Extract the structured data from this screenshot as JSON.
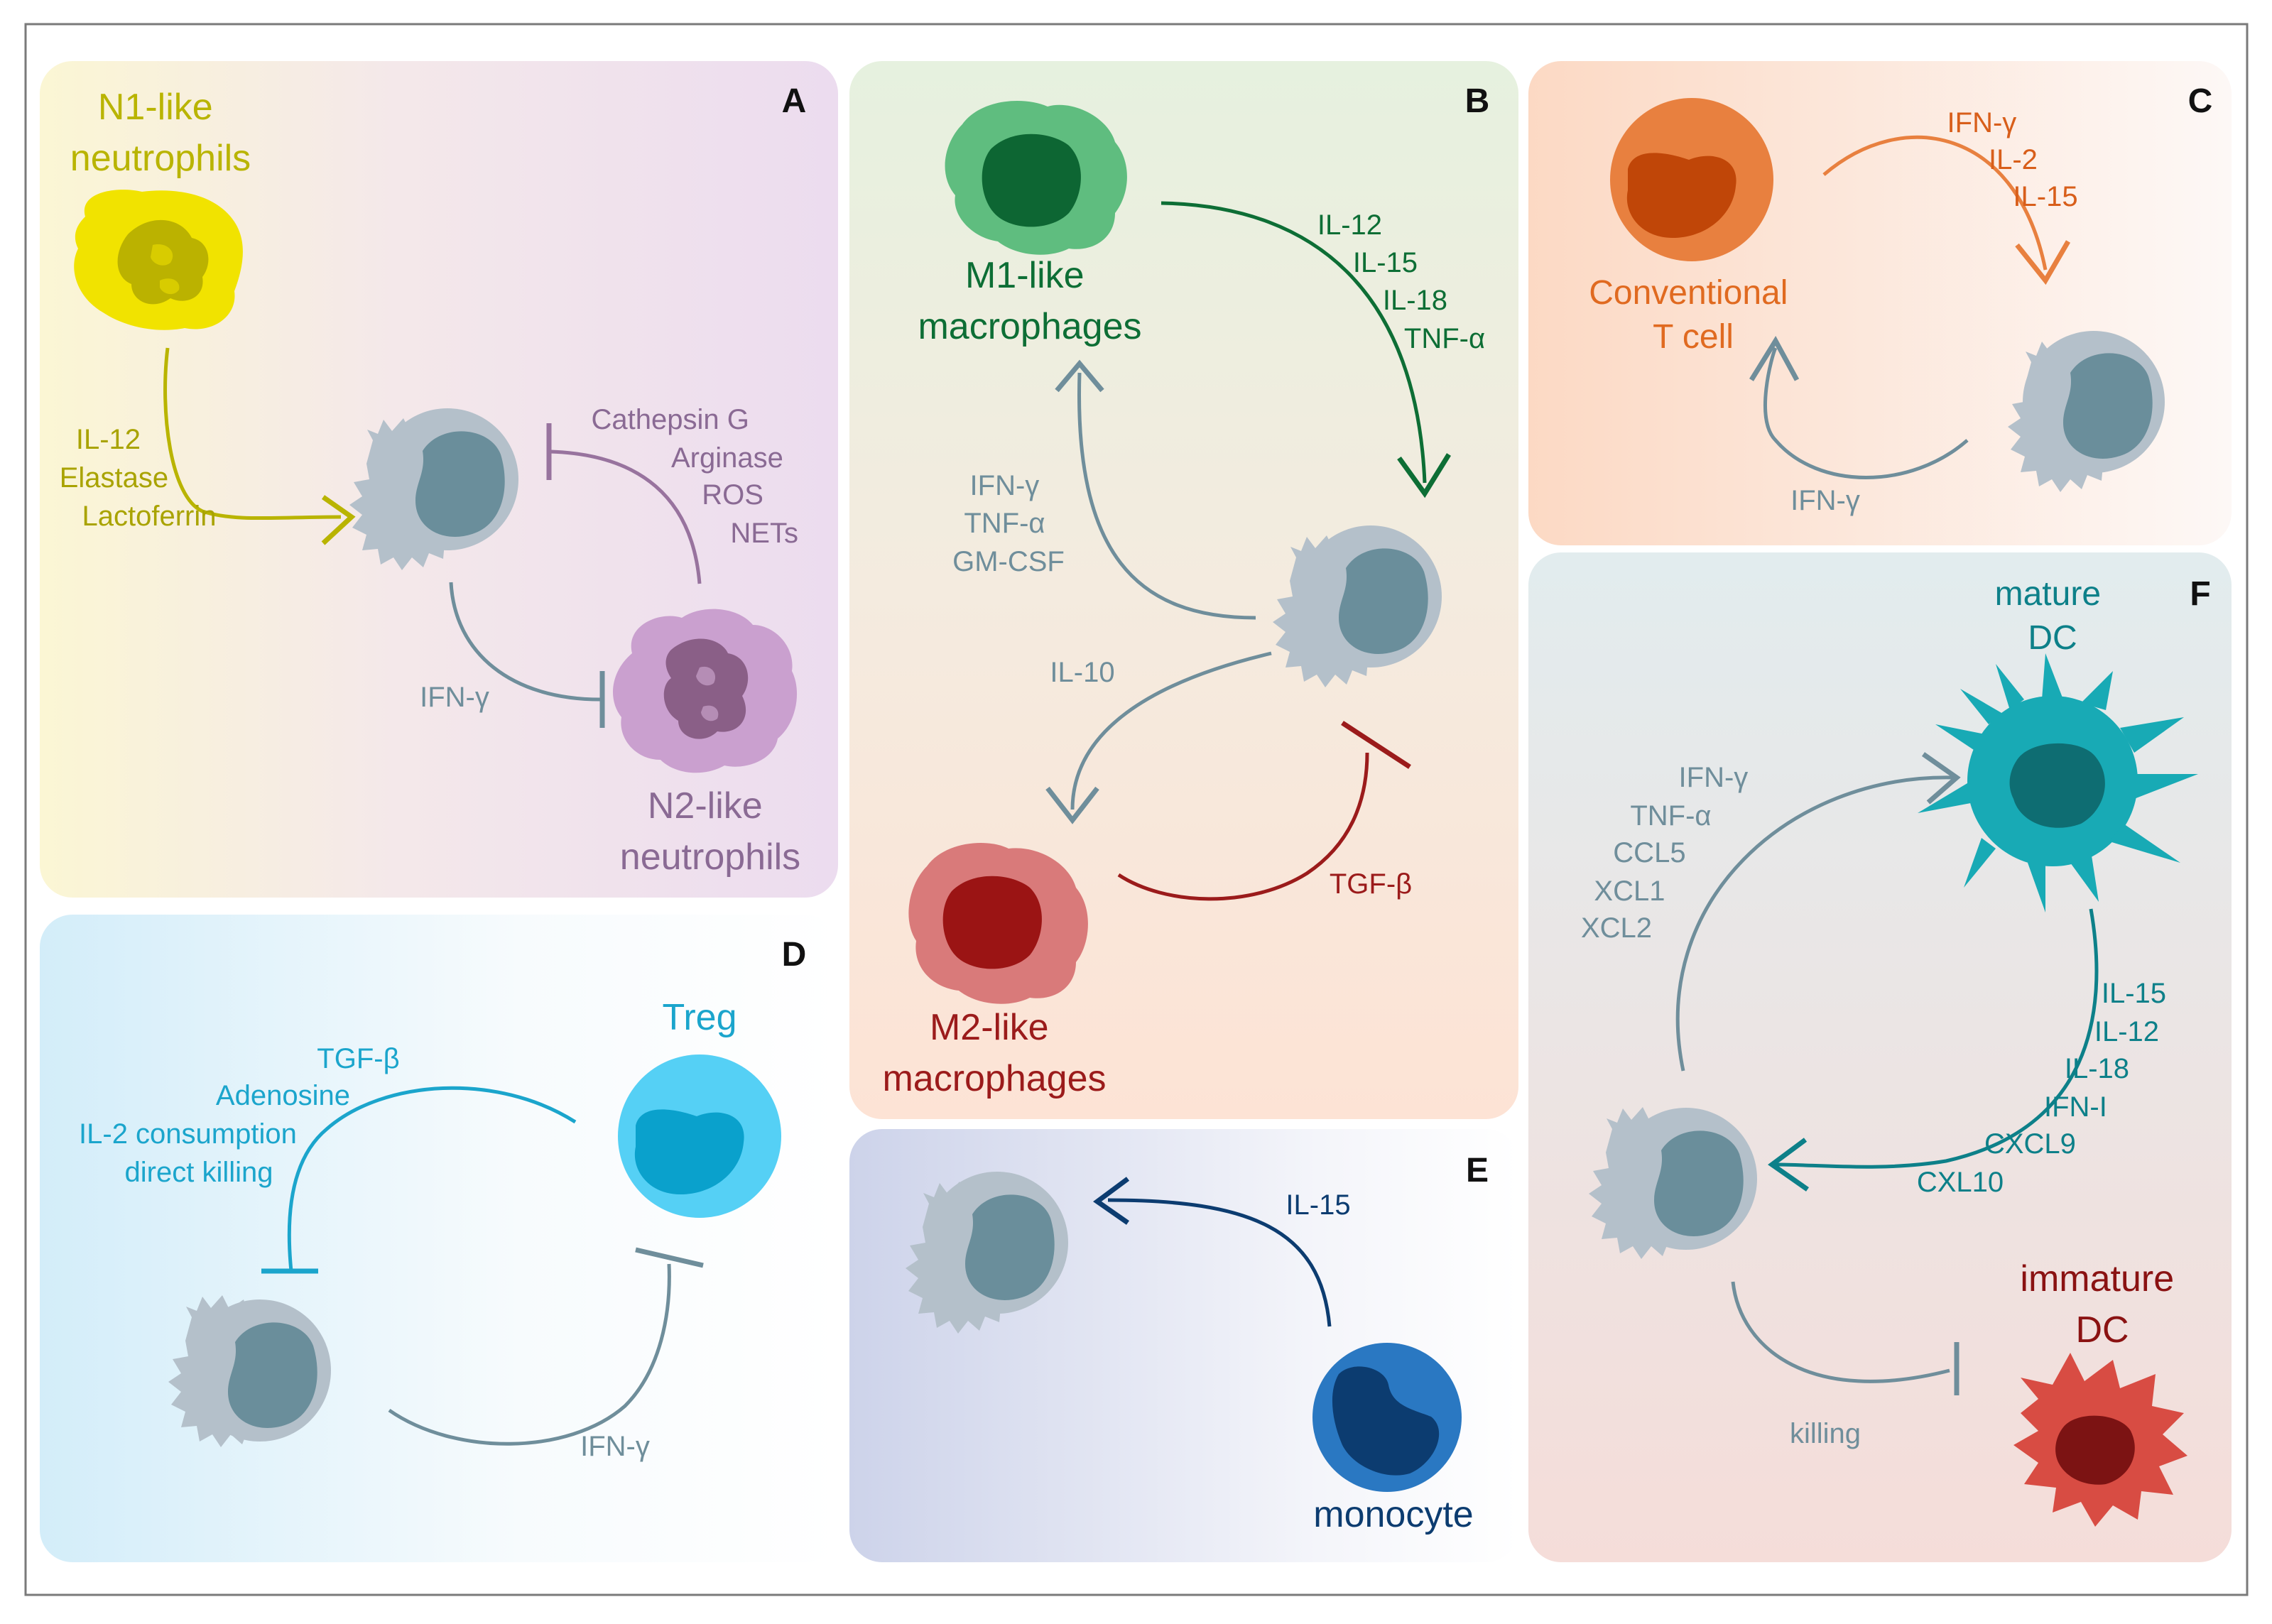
{
  "panelA": {
    "letter": "A",
    "n1_line1": "N1-like",
    "n1_line2": "neutrophils",
    "n2_line1": "N2-like",
    "n2_line2": "neutrophils",
    "to_nk": [
      "IL-12",
      "Elastase",
      "Lactoferrin"
    ],
    "n2_inhibit": [
      "Cathepsin G",
      "Arginase",
      "ROS",
      "NETs"
    ],
    "nk_inhibit": "IFN-γ"
  },
  "panelB": {
    "letter": "B",
    "m1_line1": "M1-like",
    "m1_line2": "macrophages",
    "m2_line1": "M2-like",
    "m2_line2": "macrophages",
    "m1_to_nk": [
      "IL-12",
      "IL-15",
      "IL-18",
      "TNF-α"
    ],
    "nk_to_m1": [
      "IFN-γ",
      "TNF-α",
      "GM-CSF"
    ],
    "nk_to_m2": "IL-10",
    "m2_inhibit": "TGF-β"
  },
  "panelC": {
    "letter": "C",
    "t_line1": "Conventional",
    "t_line2": "T cell",
    "t_to_nk": [
      "IFN-γ",
      "IL-2",
      "IL-15"
    ],
    "nk_to_t": "IFN-γ"
  },
  "panelD": {
    "letter": "D",
    "treg": "Treg",
    "treg_inhibit": [
      "TGF-β",
      "Adenosine",
      "IL-2 consumption",
      "direct killing"
    ],
    "nk_inhibit": "IFN-γ"
  },
  "panelE": {
    "letter": "E",
    "monocyte": "monocyte",
    "mono_to_nk": "IL-15"
  },
  "panelF": {
    "letter": "F",
    "mature_line1": "mature",
    "mature_line2": "DC",
    "immature_line1": "immature",
    "immature_line2": "DC",
    "nk_to_mature": [
      "IFN-γ",
      "TNF-α",
      "CCL5",
      "XCL1",
      "XCL2"
    ],
    "mature_to_nk": [
      "IL-15",
      "IL-12",
      "IL-18",
      "IFN-I",
      "CXCL9",
      "CXL10"
    ],
    "nk_kills": "killing"
  },
  "colors": {
    "nk_body": "#b4c0ca",
    "nk_nucleus": "#6a8e9b",
    "n1": "#f0e000",
    "n2": "#c99bcc",
    "m1": "#5dbf7c",
    "m2": "#d97a7a",
    "tcell": "#e8803f",
    "treg": "#55d0f5",
    "monocyte": "#2a78c2",
    "mature_dc": "#18aab5",
    "immature_dc": "#d84c43"
  }
}
